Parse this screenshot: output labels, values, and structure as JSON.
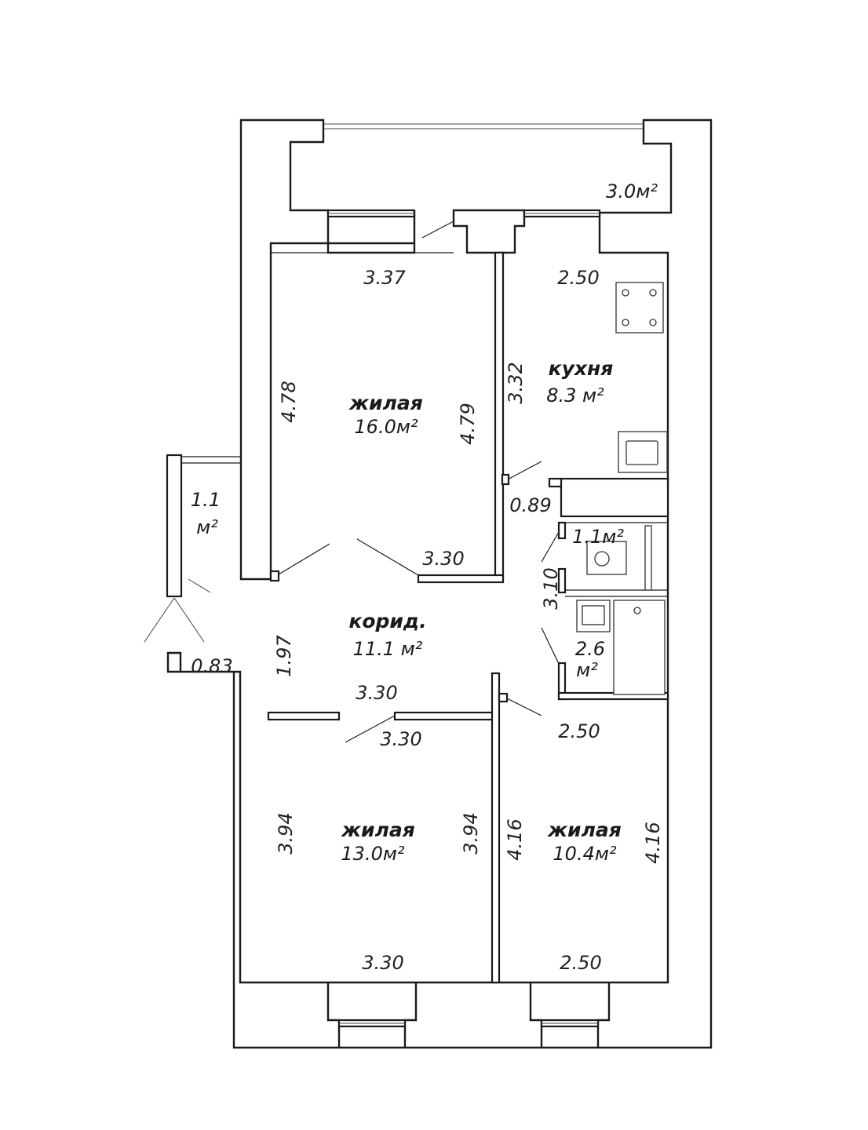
{
  "rooms": {
    "living_top": {
      "name": "жилая",
      "area": "16.0м²"
    },
    "kitchen": {
      "name": "кухня",
      "area": "8.3 м²"
    },
    "corridor": {
      "name": "корид.",
      "area": "11.1 м²"
    },
    "living_bottom_left": {
      "name": "жилая",
      "area": "13.0м²"
    },
    "living_bottom_right": {
      "name": "жилая",
      "area": "10.4м²"
    },
    "balcony_top": {
      "area": "3.0м²"
    },
    "balcony_left": {
      "area_value": "1.1",
      "area_unit": "м²"
    },
    "toilet": {
      "area": "1.1м²"
    },
    "bathroom": {
      "area_value": "2.6",
      "area_unit": "м²"
    }
  },
  "dimensions": {
    "living_top_width": "3.37",
    "living_top_left_height": "4.78",
    "living_top_right_height": "4.79",
    "living_top_bottom_width": "3.30",
    "kitchen_width": "2.50",
    "kitchen_height": "3.32",
    "hall_niche_width": "0.89",
    "wc_height": "3.10",
    "entrance_width": "0.83",
    "corridor_height": "1.97",
    "corridor_width": "3.30",
    "bottom_left_top_width": "3.30",
    "bottom_left_left_height": "3.94",
    "bottom_left_right_height": "3.94",
    "bottom_left_bottom_width": "3.30",
    "bottom_right_top_width": "2.50",
    "bottom_right_left_height": "4.16",
    "bottom_right_right_height": "4.16",
    "bottom_right_bottom_width": "2.50"
  }
}
